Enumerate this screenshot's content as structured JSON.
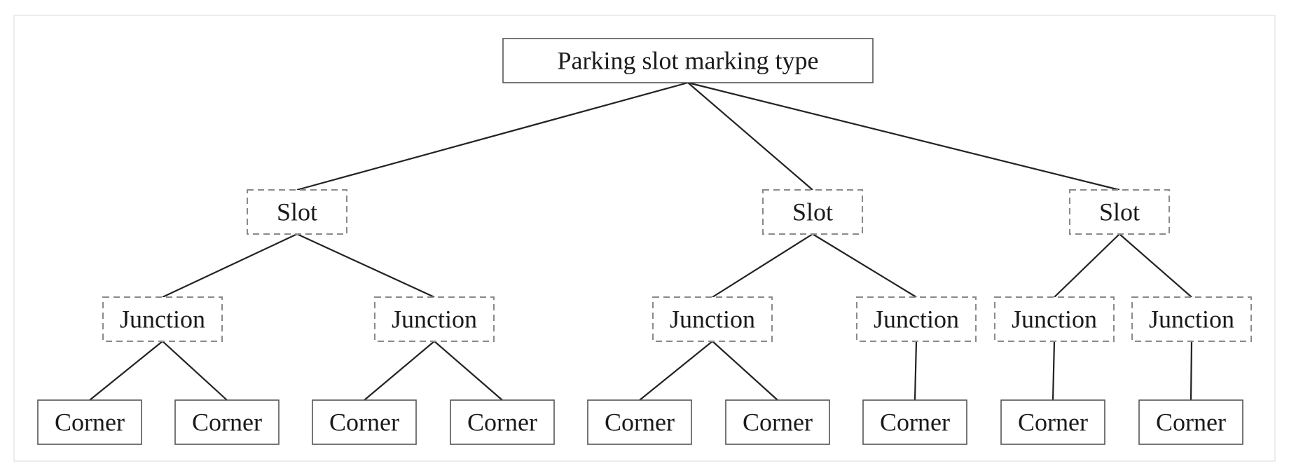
{
  "diagram": {
    "root": {
      "label": "Parking slot marking type"
    },
    "slots": [
      {
        "label": "Slot",
        "junctions": [
          {
            "label": "Junction",
            "corners": [
              "Corner",
              "Corner"
            ]
          },
          {
            "label": "Junction",
            "corners": [
              "Corner",
              "Corner"
            ]
          }
        ]
      },
      {
        "label": "Slot",
        "junctions": [
          {
            "label": "Junction",
            "corners": [
              "Corner",
              "Corner"
            ]
          },
          {
            "label": "Junction",
            "corners": [
              "Corner"
            ]
          }
        ]
      },
      {
        "label": "Slot",
        "junctions": [
          {
            "label": "Junction",
            "corners": [
              "Corner"
            ]
          },
          {
            "label": "Junction",
            "corners": [
              "Corner"
            ]
          }
        ]
      }
    ],
    "style": {
      "line_color": "#222222",
      "dash_color": "#8a8a8a",
      "solid_box_color": "#555555",
      "text_color": "#1a1a1a",
      "frame_color": "#e6e6e6"
    }
  }
}
